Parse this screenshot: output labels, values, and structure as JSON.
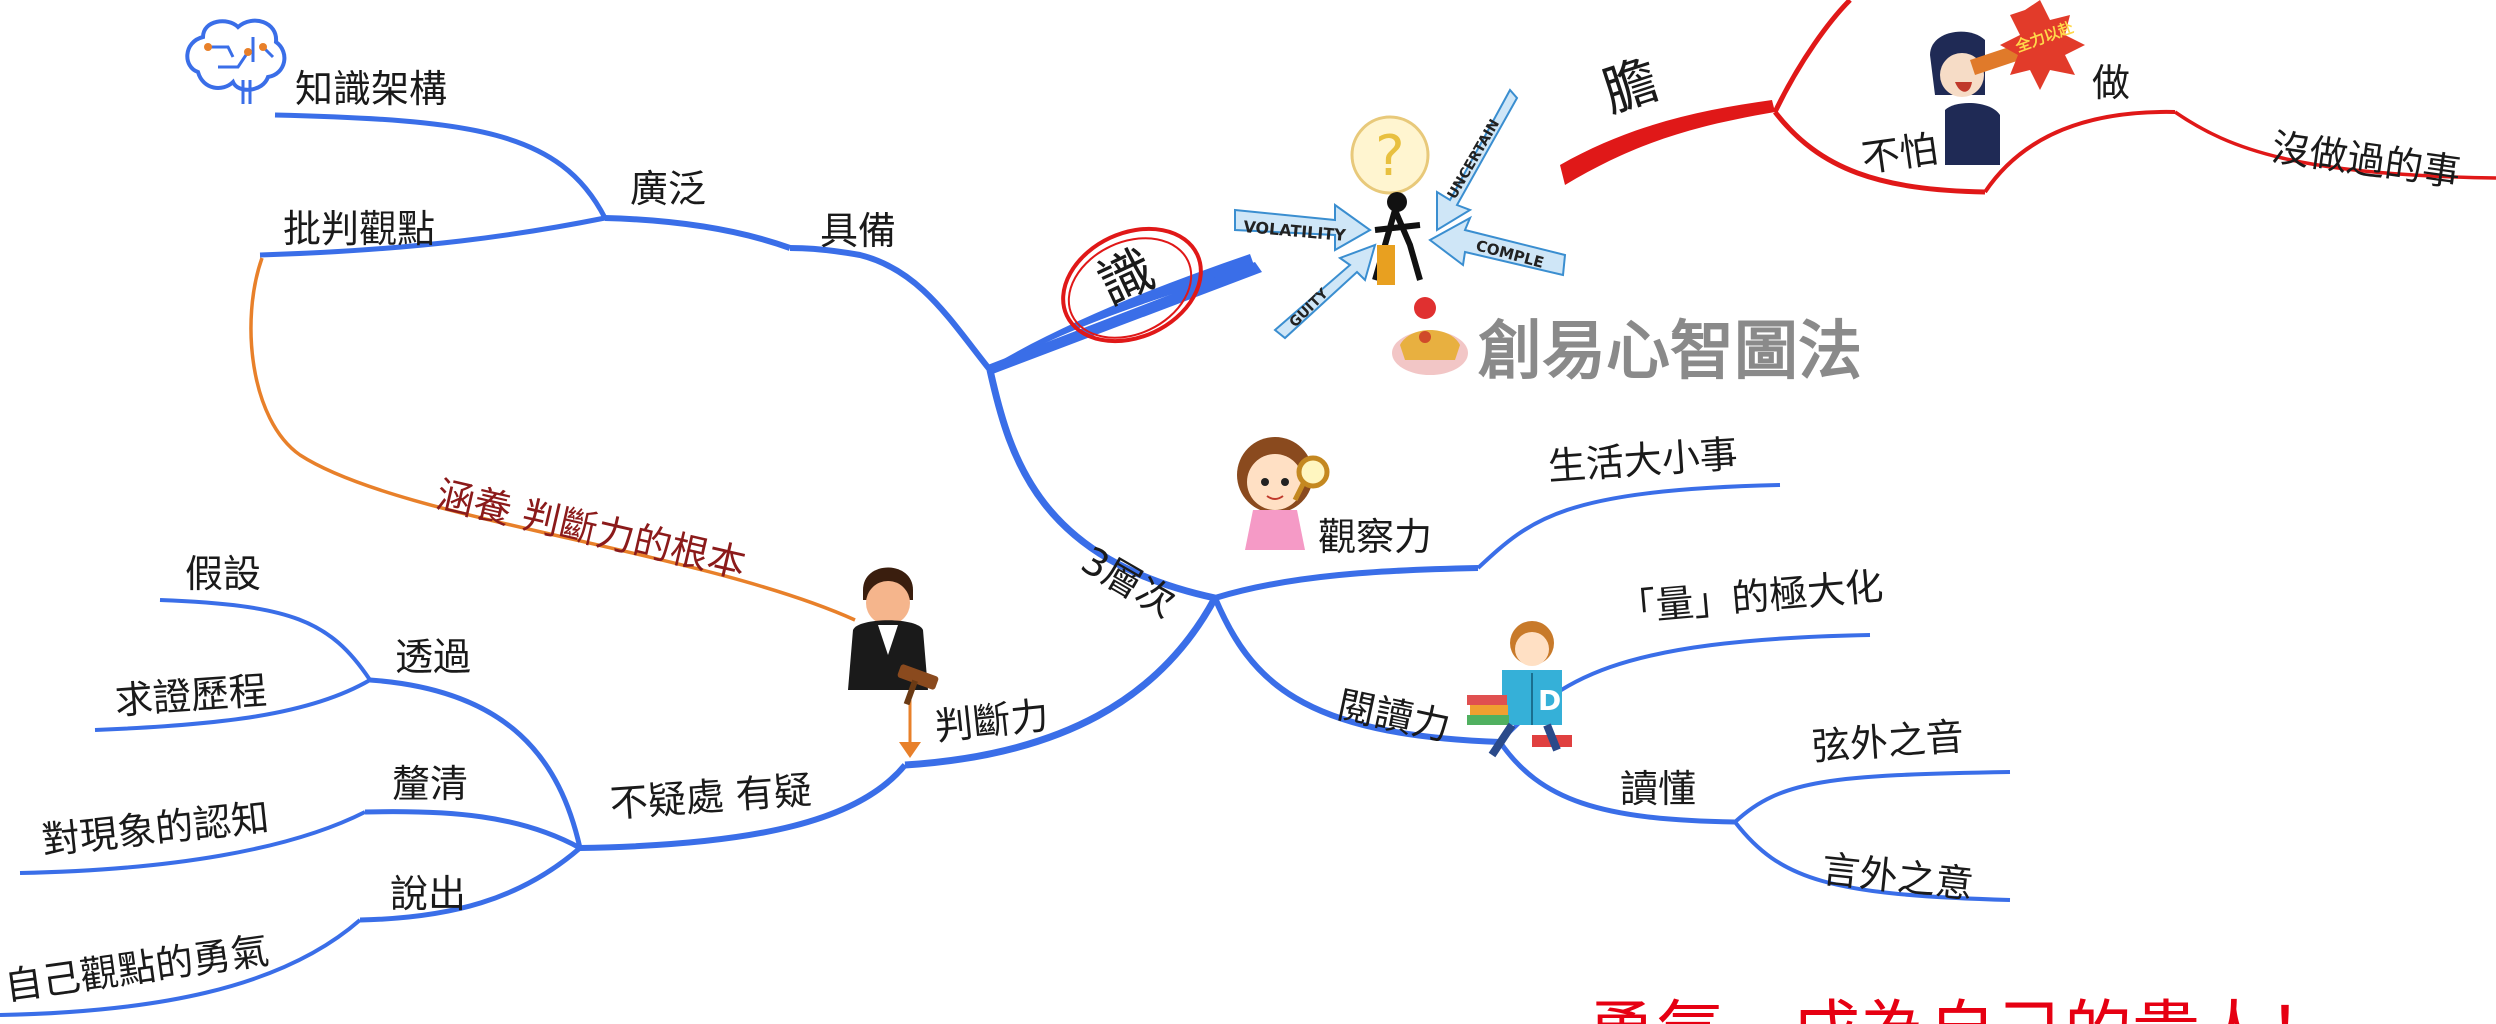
{
  "mindmap": {
    "watermark": "創易心智圖法",
    "central": {
      "shi": "識",
      "dan": "膽"
    },
    "nodes": {
      "juBei": "具備",
      "guangFan": "廣泛",
      "zhiShi": "知識架構",
      "piPan": "批判觀點",
      "hanYang": "涵養 判斷力的根本",
      "cengCi": "3層次",
      "guanCha": "觀察力",
      "shengHuo": "生活大小事",
      "yueDu": "閱讀力",
      "liang": "「量」的極大化",
      "duDong": "讀懂",
      "xianWai": "弦外之音",
      "yanWai": "言外之意",
      "panDuan": "判斷力",
      "buYi": "不疑處 有疑",
      "touGuo": "透過",
      "jiaShe": "假設",
      "qiuZheng": "求證歷程",
      "liQing": "釐清",
      "duiXian": "對現象的認知",
      "shuoChu": "說出",
      "yongQi": "自己觀點的勇氣",
      "buPa": "不怕",
      "zuo": "做",
      "meiZuo": "沒做過的事"
    },
    "illustration_words": {
      "volatility": "VOLATILITY",
      "uncertain": "UNCERTAIN",
      "complex": "COMPLE",
      "ambiguity": "GUITY",
      "badge": "全力以赴"
    },
    "bottom_text": "勇氣，成為自己的貴人！"
  },
  "colors": {
    "blue_branch": "#3a6ee8",
    "red_branch": "#e01818",
    "orange_link": "#e8802a",
    "dark_red_text": "#8b1a1a",
    "watermark_gray": "#8a8a8a"
  }
}
